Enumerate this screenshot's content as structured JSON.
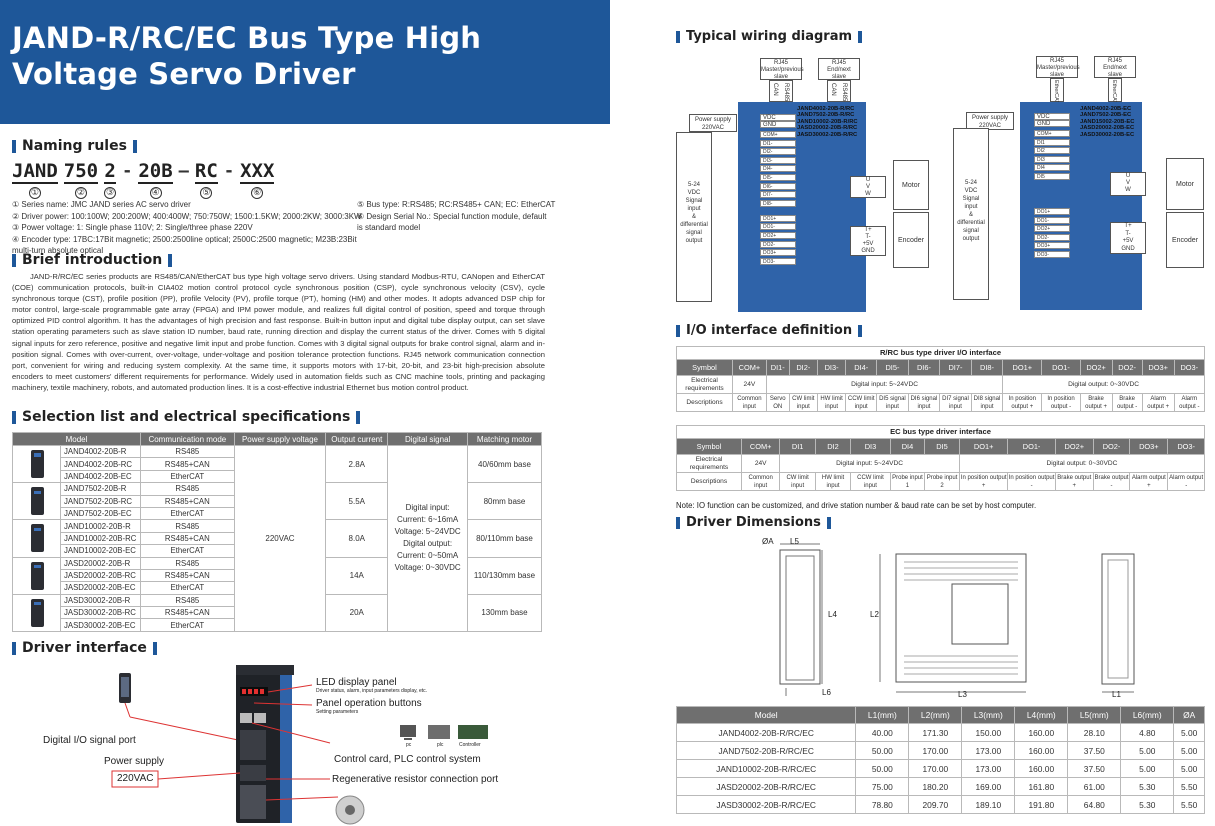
{
  "title_line1": "JAND-R/RC/EC Bus Type High",
  "title_line2": "Voltage Servo Driver",
  "sections": {
    "naming": "Naming rules",
    "brief": "Brief introduction",
    "selection": "Selection list and electrical specifications",
    "driver_interface": "Driver interface",
    "wiring": "Typical wiring diagram",
    "io": "I/O interface definition",
    "dimensions": "Driver Dimensions"
  },
  "naming_code": [
    {
      "code": "JAND",
      "num": "①"
    },
    {
      "code": "750",
      "num": "②"
    },
    {
      "code": "2",
      "num": "③"
    },
    {
      "sep": "-"
    },
    {
      "code": "20B",
      "num": "④"
    },
    {
      "sep": "–"
    },
    {
      "code": "RC",
      "num": "⑤"
    },
    {
      "sep": "-"
    },
    {
      "code": "XXX",
      "num": "⑥"
    }
  ],
  "naming_notes_left": [
    "① Series name: JMC JAND series AC servo driver",
    "② Driver power: 100:100W; 200:200W; 400:400W; 750:750W; 1500:1.5KW; 2000:2KW; 3000:3KW",
    "③ Power voltage: 1: Single phase 110V; 2: Single/three phase 220V",
    "④ Encoder type: 17BC:17Bit magnetic; 2500:2500line optical; 2500C:2500 magnetic; M23B:23Bit multi-turn absolute optical"
  ],
  "naming_notes_right": [
    "⑤ Bus type: R:RS485; RC:RS485+ CAN; EC: EtherCAT",
    "⑥ Design Serial No.: Special function module, default",
    "is standard model"
  ],
  "intro": "JAND-R/RC/EC series products are RS485/CAN/EtherCAT bus type high voltage servo drivers. Using standard Modbus-RTU, CANopen and EtherCAT (COE) communication protocols, built-in CIA402 motion control protocol cycle synchronous position (CSP), cycle synchronous velocity (CSV), cycle synchronous torque (CST), profile position (PP), profile Velocity (PV), profile torque (PT), homing (HM) and other modes. It adopts advanced DSP chip for motor control, large-scale programmable gate array (FPGA) and IPM power module, and realizes full digital control of position, speed and torque through optimized PID control algorithm. It has the advantages of high precision and fast response. Built-in button input and digital tube display output, can set slave station operating parameters such as slave station ID number, baud rate, running direction and display the current status of the driver. Comes with 5 digital signal inputs for zero reference, positive and negative limit input and probe function. Comes with 3 digital signal outputs for brake control signal, alarm and in-position signal. Comes with over-current, over-voltage, under-voltage and position tolerance protection functions. RJ45 network communication connection port, convenient for wiring and reducing system complexity. At the same time, it supports motors with 17-bit, 20-bit, and 23-bit high-precision absolute encoders to meet customers' different requirements for performance. Widely used in automation fields such as CNC machine tools, printing and packaging machinery, textile machinery, robots, and automated production lines. It is a cost-effective industrial Ethernet bus motion control product.",
  "selection": {
    "headers": [
      "Model",
      "Communication mode",
      "Power supply voltage",
      "Output current",
      "Digital signal",
      "Matching motor"
    ],
    "groups": [
      {
        "models": [
          "JAND4002-20B-R",
          "JAND4002-20B-RC",
          "JAND4002-20B-EC"
        ],
        "current": "2.8A",
        "motor": "40/60mm base"
      },
      {
        "models": [
          "JAND7502-20B-R",
          "JAND7502-20B-RC",
          "JAND7502-20B-EC"
        ],
        "current": "5.5A",
        "motor": "80mm base"
      },
      {
        "models": [
          "JAND10002-20B-R",
          "JAND10002-20B-RC",
          "JAND10002-20B-EC"
        ],
        "current": "8.0A",
        "motor": "80/110mm base"
      },
      {
        "models": [
          "JASD20002-20B-R",
          "JASD20002-20B-RC",
          "JASD20002-20B-EC"
        ],
        "current": "14A",
        "motor": "110/130mm base"
      },
      {
        "models": [
          "JASD30002-20B-R",
          "JASD30002-20B-RC",
          "JASD30002-20B-EC"
        ],
        "current": "20A",
        "motor": "130mm base"
      }
    ],
    "comm": [
      "RS485",
      "RS485+CAN",
      "EtherCAT"
    ],
    "voltage": "220VAC",
    "digital_lines": [
      "Digital input:",
      "Current: 6~16mA",
      "Voltage: 5~24VDC",
      "Digital output:",
      "Current: 0~50mA",
      "Voltage: 0~30VDC"
    ]
  },
  "driver_interface": {
    "led": "LED display panel",
    "led_sub": "Driver status, alarm, input parameters display, etc.",
    "buttons": "Panel operation buttons",
    "buttons_sub": "Setting parameters",
    "digital_io": "Digital I/O signal port",
    "power_supply": "Power supply",
    "power_value": "220VAC",
    "control": "Control card, PLC control system",
    "regen": "Regenerative resistor connection port",
    "pc": "pc",
    "plc": "plc",
    "controller": "Controller"
  },
  "wiring": {
    "left": {
      "rj45": [
        "RJ45",
        "Master/previous",
        "slave"
      ],
      "rj45_2": [
        "RJ45",
        "End/next",
        "slave"
      ],
      "bus1": [
        "CAN",
        "RS485"
      ],
      "bus2": [
        "CAN",
        "RS485"
      ],
      "models": [
        "JAND4002-20B-R/RC",
        "JAND7502-20B-R/RC",
        "JAND10002-20B-R/RC",
        "JASD20002-20B-R/RC",
        "JASD30002-20B-R/RC"
      ],
      "power": [
        "Power supply",
        "220VAC"
      ],
      "vdc": [
        "VDC",
        "GND"
      ],
      "pins": [
        "COM+",
        "DI1-",
        "DI2-",
        "DI3-",
        "DI4-",
        "DI5-",
        "DI6-",
        "DI7-",
        "DI8-",
        "DO1+",
        "DO1-",
        "DO2+",
        "DO2-",
        "DO3+",
        "DO3-"
      ],
      "signal": [
        "5-24",
        "VDC",
        "Signal",
        "input",
        "&",
        "differential",
        "signal",
        "output"
      ],
      "uvw": [
        "U",
        "V",
        "W"
      ],
      "motor": "Motor",
      "enc_pins": [
        "T+",
        "T-",
        "+5V",
        "GND"
      ],
      "encoder": "Encoder"
    },
    "right": {
      "rj45": [
        "RJ45",
        "Master/previous",
        "slave"
      ],
      "rj45_2": [
        "RJ45",
        "End/next",
        "slave"
      ],
      "bus": "EtherCAT",
      "models": [
        "JAND4002-20B-EC",
        "JAND7502-20B-EC",
        "JAND15002-20B-EC",
        "JASD20002-20B-EC",
        "JASD30002-20B-EC"
      ],
      "power": [
        "Power supply",
        "220VAC"
      ],
      "vdc": [
        "VDC",
        "GND"
      ],
      "pins": [
        "COM+",
        "DI1",
        "DI2",
        "DI3",
        "DI4",
        "DI5",
        "DO1+",
        "DO1-",
        "DO2+",
        "DO2-",
        "DO3+",
        "DO3-"
      ],
      "signal": [
        "5-24",
        "VDC",
        "Signal",
        "input",
        "&",
        "differential",
        "signal",
        "output"
      ],
      "uvw": [
        "U",
        "V",
        "W"
      ],
      "motor": "Motor",
      "enc_pins": [
        "T+",
        "T-",
        "+5V",
        "GND"
      ],
      "encoder": "Encoder"
    }
  },
  "io_rrc": {
    "title": "R/RC bus type driver I/O interface",
    "headers": [
      "Symbol",
      "COM+",
      "DI1-",
      "DI2-",
      "DI3-",
      "DI4-",
      "DI5-",
      "DI6-",
      "DI7-",
      "DI8-",
      "DO1+",
      "DO1-",
      "DO2+",
      "DO2-",
      "DO3+",
      "DO3-"
    ],
    "elec_label": "Electrical requirements",
    "elec_com": "24V",
    "elec_in": "Digital input: 5~24VDC",
    "elec_out": "Digital output: 0~30VDC",
    "desc_label": "Descriptions",
    "desc": [
      "Common input",
      "Servo ON",
      "CW limit input",
      "HW limit input",
      "CCW limit input",
      "DI5 signal input",
      "DI6 signal input",
      "DI7 signal input",
      "DI8 signal input",
      "In position output +",
      "In position output -",
      "Brake output +",
      "Brake output -",
      "Alarm output +",
      "Alarm output -"
    ]
  },
  "io_ec": {
    "title": "EC bus type driver interface",
    "headers": [
      "Symbol",
      "COM+",
      "DI1",
      "DI2",
      "DI3",
      "DI4",
      "DI5",
      "DO1+",
      "DO1-",
      "DO2+",
      "DO2-",
      "DO3+",
      "DO3-"
    ],
    "elec_label": "Electrical requirements",
    "elec_com": "24V",
    "elec_in": "Digital input: 5~24VDC",
    "elec_out": "Digital output: 0~30VDC",
    "desc_label": "Descriptions",
    "desc": [
      "Common input",
      "CW limit input",
      "HW limit input",
      "CCW limit input",
      "Probe input 1",
      "Probe input 2",
      "In position output +",
      "In position output -",
      "Brake output +",
      "Brake output -",
      "Alarm output +",
      "Alarm output -"
    ]
  },
  "io_note": "Note: IO function can be customized, and drive station number & baud rate can be set by host computer.",
  "dims_labels": [
    "ØA",
    "L5",
    "L4",
    "L6",
    "L2",
    "L3",
    "L1"
  ],
  "dims": {
    "headers": [
      "Model",
      "L1(mm)",
      "L2(mm)",
      "L3(mm)",
      "L4(mm)",
      "L5(mm)",
      "L6(mm)",
      "ØA"
    ],
    "rows": [
      [
        "JAND4002-20B-R/RC/EC",
        "40.00",
        "171.30",
        "150.00",
        "160.00",
        "28.10",
        "4.80",
        "5.00"
      ],
      [
        "JAND7502-20B-R/RC/EC",
        "50.00",
        "170.00",
        "173.00",
        "160.00",
        "37.50",
        "5.00",
        "5.00"
      ],
      [
        "JAND10002-20B-R/RC/EC",
        "50.00",
        "170.00",
        "173.00",
        "160.00",
        "37.50",
        "5.00",
        "5.00"
      ],
      [
        "JASD20002-20B-R/RC/EC",
        "75.00",
        "180.20",
        "169.00",
        "161.80",
        "61.00",
        "5.30",
        "5.50"
      ],
      [
        "JASD30002-20B-R/RC/EC",
        "78.80",
        "209.70",
        "189.10",
        "191.80",
        "64.80",
        "5.30",
        "5.50"
      ]
    ]
  },
  "colors": {
    "brand": "#1e5799",
    "header_gray": "#6f6f6f",
    "device_blue": "#2f63a9",
    "accent_red": "#d33"
  }
}
